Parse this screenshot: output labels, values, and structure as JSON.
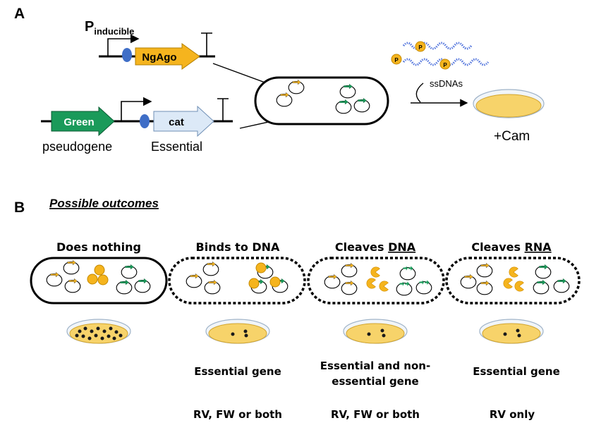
{
  "panel_a": {
    "label": "A",
    "promoter_main": "P",
    "promoter_sub": "inducible",
    "ngago": "NgAgo",
    "green": "Green",
    "cat": "cat",
    "pseudogene": "pseudogene",
    "essential": "Essential",
    "ssdnas": "ssDNAs",
    "phosphate": "P",
    "cam": "+Cam"
  },
  "panel_b": {
    "label": "B",
    "subtitle": "Possible outcomes",
    "outcomes": [
      {
        "heading_pre": "Does nothing",
        "heading_u": "",
        "gene": "",
        "gene2": "",
        "strand": ""
      },
      {
        "heading_pre": "Binds to DNA",
        "heading_u": "",
        "gene": "Essential gene",
        "gene2": "",
        "strand": "RV, FW or both"
      },
      {
        "heading_pre": "Cleaves ",
        "heading_u": "DNA",
        "gene": "Essential and non-",
        "gene2": "essential gene",
        "strand": "RV, FW or both"
      },
      {
        "heading_pre": "Cleaves ",
        "heading_u": "RNA",
        "gene": "Essential gene",
        "gene2": "",
        "strand": "RV only"
      }
    ]
  },
  "colors": {
    "ngago": "#f5b41e",
    "green_gene": "#1a9a5a",
    "cat_gene": "#dce9f7",
    "rbs": "#3f6ec7",
    "agar": "#f7d36a",
    "protein": "#f5b41e",
    "ssdna": "#5577dd"
  }
}
